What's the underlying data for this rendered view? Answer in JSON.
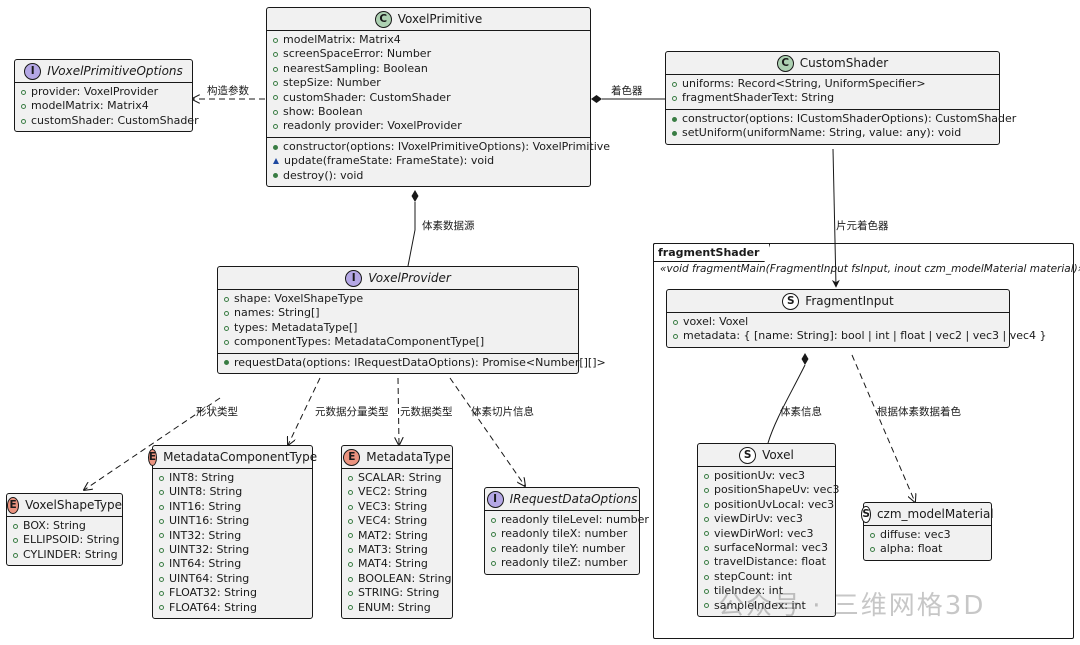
{
  "classes": {
    "voxel_primitive": {
      "badge": "C",
      "name": "VoxelPrimitive",
      "fields": [
        "modelMatrix: Matrix4",
        "screenSpaceError: Number",
        "nearestSampling: Boolean",
        "stepSize: Number",
        "customShader: CustomShader",
        "show: Boolean",
        "readonly provider: VoxelProvider"
      ],
      "methods": [
        "constructor(options: IVoxelPrimitiveOptions): VoxelPrimitive",
        "update(frameState: FrameState): void",
        "destroy(): void"
      ]
    },
    "ivoxel_primitive_options": {
      "badge": "I",
      "name": "IVoxelPrimitiveOptions",
      "fields": [
        "provider: VoxelProvider",
        "modelMatrix: Matrix4",
        "customShader: CustomShader"
      ]
    },
    "custom_shader": {
      "badge": "C",
      "name": "CustomShader",
      "fields": [
        "uniforms: Record<String, UniformSpecifier>",
        "fragmentShaderText: String"
      ],
      "methods": [
        "constructor(options: ICustomShaderOptions): CustomShader",
        "setUniform(uniformName: String, value: any): void"
      ]
    },
    "voxel_provider": {
      "badge": "I",
      "name": "VoxelProvider",
      "fields": [
        "shape: VoxelShapeType",
        "names: String[]",
        "types: MetadataType[]",
        "componentTypes: MetadataComponentType[]"
      ],
      "methods": [
        "requestData(options: IRequestDataOptions): Promise<Number[][]>"
      ]
    },
    "voxel_shape_type": {
      "badge": "E",
      "name": "VoxelShapeType",
      "fields": [
        "BOX: String",
        "ELLIPSOID: String",
        "CYLINDER: String"
      ]
    },
    "metadata_component_type": {
      "badge": "E",
      "name": "MetadataComponentType",
      "fields": [
        "INT8: String",
        "UINT8: String",
        "INT16: String",
        "UINT16: String",
        "INT32: String",
        "UINT32: String",
        "INT64: String",
        "UINT64: String",
        "FLOAT32: String",
        "FLOAT64: String"
      ]
    },
    "metadata_type": {
      "badge": "E",
      "name": "MetadataType",
      "fields": [
        "SCALAR: String",
        "VEC2: String",
        "VEC3: String",
        "VEC4: String",
        "MAT2: String",
        "MAT3: String",
        "MAT4: String",
        "BOOLEAN: String",
        "STRING: String",
        "ENUM: String"
      ]
    },
    "irequest_data_options": {
      "badge": "I",
      "name": "IRequestDataOptions",
      "fields": [
        "readonly tileLevel: number",
        "readonly tileX: number",
        "readonly tileY: number",
        "readonly tileZ: number"
      ]
    },
    "fragment_input": {
      "badge": "S",
      "name": "FragmentInput",
      "fields": [
        "voxel: Voxel",
        "metadata: { [name: String]: bool | int | float | vec2 | vec3 | vec4 }"
      ]
    },
    "voxel": {
      "badge": "S",
      "name": "Voxel",
      "fields": [
        "positionUv: vec3",
        "positionShapeUv: vec3",
        "positionUvLocal: vec3",
        "viewDirUv: vec3",
        "viewDirWorl: vec3",
        "surfaceNormal: vec3",
        "travelDistance: float",
        "stepCount: int",
        "tileIndex: int",
        "sampleIndex: int"
      ]
    },
    "czm_model_material": {
      "badge": "S",
      "name": "czm_modelMaterial",
      "fields": [
        "diffuse: vec3",
        "alpha: float"
      ]
    }
  },
  "package": {
    "name": "fragmentShader",
    "stereotype": "«void fragmentMain(FragmentInput fsInput, inout czm_modelMaterial material)»"
  },
  "edge_labels": {
    "construct_params": "构造参数",
    "fragment_color": "着色器",
    "voxel_data_source": "体素数据源",
    "fragment_shader": "片元着色器",
    "shape_type": "形状类型",
    "component_type": "元数据分量类型",
    "metadata_type": "元数据类型",
    "tile_info": "体素切片信息",
    "voxel_info": "体素信息",
    "color_by_data": "根据体素数据着色"
  },
  "watermark": "公众号 · 三维网格3D",
  "colors": {
    "class_badge": "#add1b2",
    "interface_badge": "#b4a7e5",
    "enum_badge": "#eb937f",
    "struct_badge": "#ffffff",
    "box_fill": "#f1f1f1",
    "public_marker": "#3a7d44",
    "protected_marker": "#1d48a0"
  }
}
